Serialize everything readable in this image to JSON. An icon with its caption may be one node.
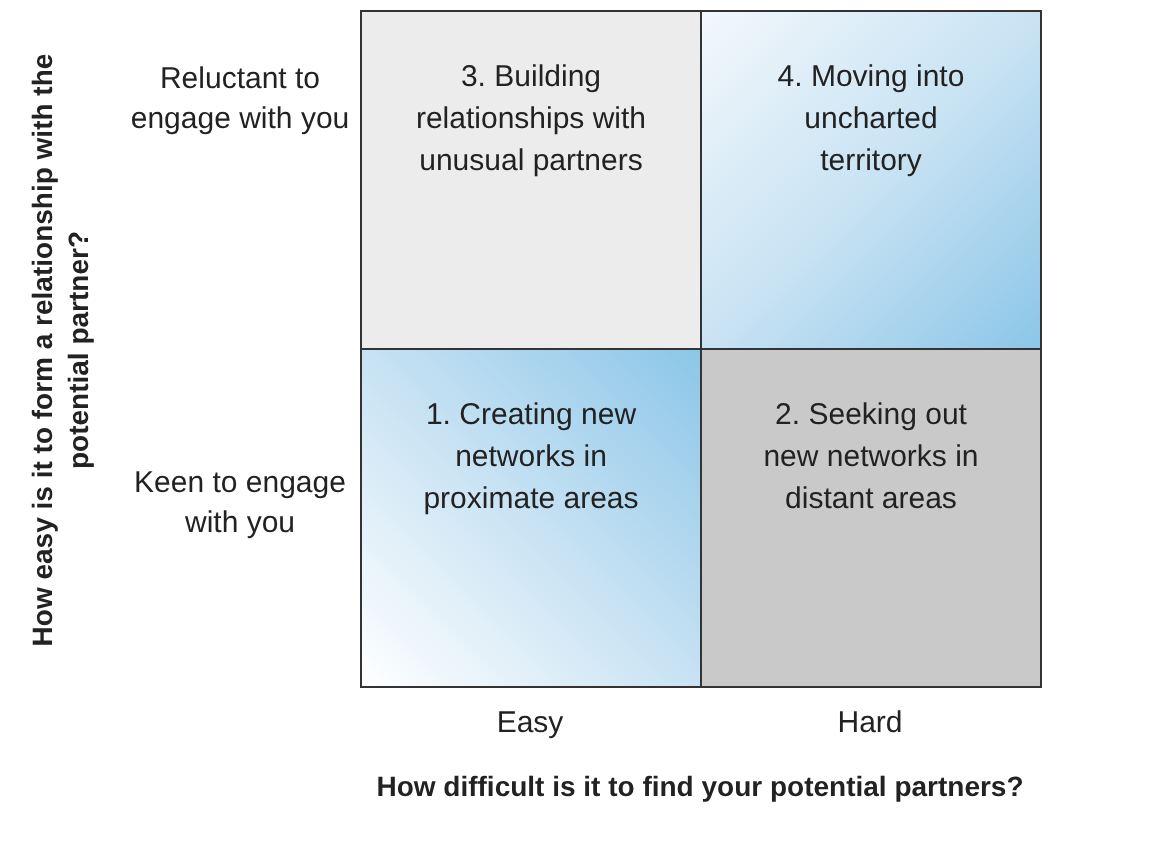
{
  "diagram": {
    "nodes": [
      {
        "text": [
          "3. Building relationships with unusual partners"
        ]
      },
      {
        "text": [
          "4. Moving into uncharted territory"
        ]
      },
      {
        "text": [
          "1. Creating new networks in proximate areas"
        ]
      },
      {
        "text": [
          "2. Seeking out new networks in distant areas"
        ]
      }
    ],
    "labels": [
      "How easy is it to form a relationship with the potential partner?",
      "Reluctant to engage with you",
      "Keen to engage with you",
      "Easy",
      "Hard",
      "How difficult is it to find your potential partners?"
    ]
  }
}
